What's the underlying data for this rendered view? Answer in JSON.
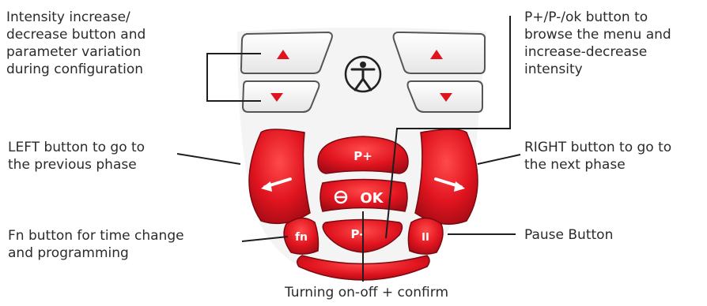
{
  "labels": {
    "intensity": "Intensity increase/\ndecrease button and\nparameter variation\nduring configuration",
    "p_ok": "P+/P-/ok button to\nbrowse the menu and\nincrease-decrease\nintensity",
    "left": "LEFT button to go to\nthe previous phase",
    "right": "RIGHT button to go to\nthe next phase",
    "fn": "Fn button for time change\nand programming",
    "pause": "Pause Button",
    "power": "Turning on-off + confirm"
  },
  "keys": {
    "p_plus": "P+",
    "ok": "OK",
    "p_minus": "P-",
    "fn": "fn",
    "pause": "II"
  },
  "colors": {
    "key_red": "#d9121f",
    "key_red_dark": "#9e0b14",
    "outline": "#4a4a4a",
    "text": "#2b2b2b"
  },
  "icons": {
    "up": "triangle-up-icon",
    "down": "triangle-down-icon",
    "left": "arrow-left-icon",
    "right": "arrow-right-icon",
    "power": "power-icon",
    "logo": "stick-figure-logo-icon"
  }
}
